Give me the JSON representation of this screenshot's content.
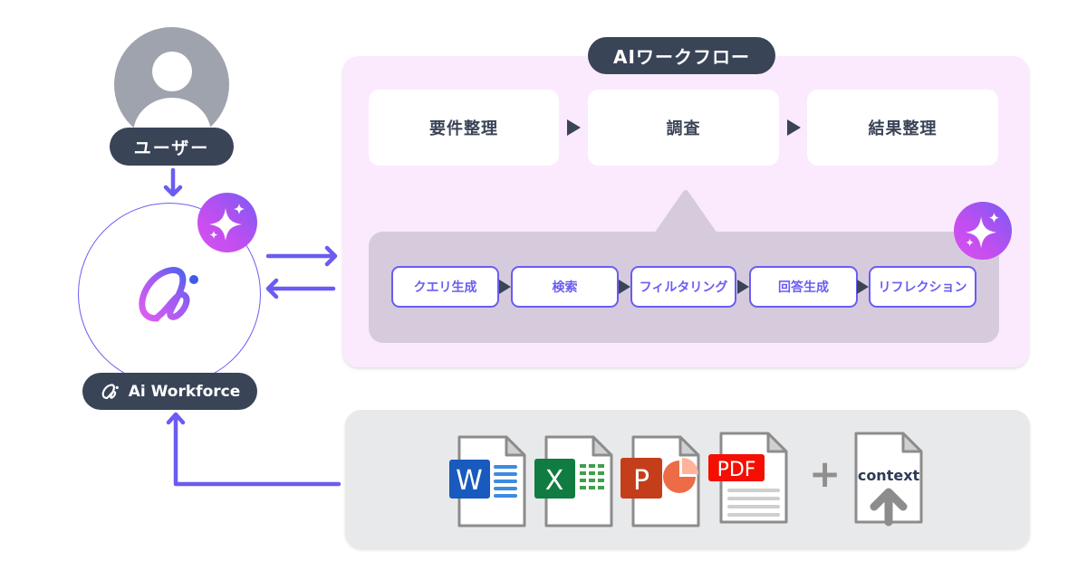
{
  "user": {
    "label": "ユーザー",
    "icon": "user-avatar-icon"
  },
  "agent": {
    "label": "Ai Workforce",
    "logo": "ai-workforce-logo",
    "badge_icon": "sparkle-icon"
  },
  "workflow": {
    "title": "AIワークフロー",
    "steps": [
      {
        "label": "要件整理"
      },
      {
        "label": "調査"
      },
      {
        "label": "結果整理"
      }
    ],
    "sub_steps": [
      {
        "label": "クエリ生成"
      },
      {
        "label": "検索"
      },
      {
        "label": "フィルタリング"
      },
      {
        "label": "回答生成"
      },
      {
        "label": "リフレクション"
      }
    ],
    "badge_icon": "sparkle-icon"
  },
  "files": {
    "items": [
      {
        "type": "word",
        "label": "W",
        "icon": "word-file-icon"
      },
      {
        "type": "excel",
        "label": "X",
        "icon": "excel-file-icon"
      },
      {
        "type": "powerpoint",
        "label": "P",
        "icon": "powerpoint-file-icon"
      },
      {
        "type": "pdf",
        "label": "PDF",
        "icon": "pdf-file-icon"
      }
    ],
    "plus": "+",
    "context": {
      "label": "context",
      "icon": "upload-context-icon"
    }
  },
  "colors": {
    "accent": "#6a5cf2",
    "pill_bg": "#3a4457",
    "workflow_bg": "#fbeafd",
    "sub_panel_bg": "#d5cbdd",
    "files_bg": "#e8e9eb",
    "word": "#185abd",
    "excel": "#107c41",
    "powerpoint": "#c43e1c",
    "pdf": "#f40f02"
  }
}
